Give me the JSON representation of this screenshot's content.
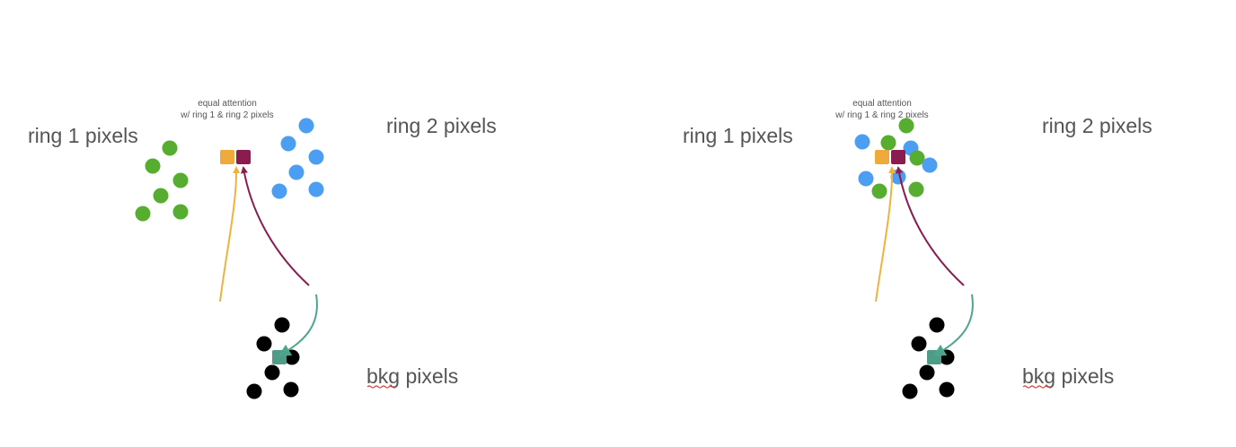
{
  "colors": {
    "ring1_green": "#56ad2f",
    "ring2_blue": "#4b9ef1",
    "bkg_black": "#000000",
    "query_orange": "#eeaa3b",
    "query_maroon": "#8a1c4f",
    "query_teal": "#4e9c85",
    "arrow_orange": "#eeb33e",
    "arrow_maroon": "#8a1c4f",
    "arrow_teal": "#4ea58e",
    "spellcheck_red": "#d93a3a"
  },
  "panels": [
    {
      "equal_attention_line1": "equal attention",
      "equal_attention_line2": "w/ ring 1 & ring 2 pixels",
      "ring1_label": "ring 1 pixels",
      "ring2_label": "ring 2 pixels",
      "bkg_label_misspelled": "bkg",
      "bkg_label_rest": " pixels"
    },
    {
      "equal_attention_line1": "equal attention",
      "equal_attention_line2": "w/ ring 1 & ring 2 pixels",
      "ring1_label": "ring 1 pixels",
      "ring2_label": "ring 2 pixels",
      "bkg_label_misspelled": "bkg",
      "bkg_label_rest": " pixels"
    }
  ]
}
